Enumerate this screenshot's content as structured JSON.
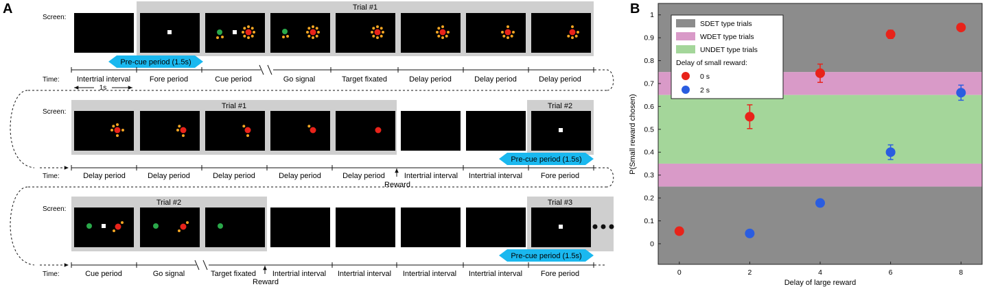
{
  "panel_a": {
    "label": "A",
    "screen_label": "Screen:",
    "time_label": "Time:",
    "interval_1s": "1s",
    "reward_label": "Reward",
    "precue": "Pre-cue period (1.5s)",
    "rows": [
      {
        "group_labels": [
          "Trial #1"
        ],
        "times": [
          "Intertrial interval",
          "Fore period",
          "Cue period",
          "Go signal",
          "Target fixated",
          "Delay period",
          "Delay period",
          "Delay period"
        ]
      },
      {
        "group_labels": [
          "Trial #1",
          "Trial #2"
        ],
        "times": [
          "Delay period",
          "Delay period",
          "Delay period",
          "Delay period",
          "Delay period",
          "Intertrial interval",
          "Intertrial interval",
          "Fore period"
        ]
      },
      {
        "group_labels": [
          "Trial #2",
          "Trial #3"
        ],
        "times": [
          "Cue period",
          "Go signal",
          "Target fixated",
          "Intertrial interval",
          "Intertrial interval",
          "Intertrial interval",
          "Intertrial interval",
          "Fore period"
        ]
      }
    ]
  },
  "colors": {
    "screen": "#000000",
    "fixation": "#ffffff",
    "target": "#e8231a",
    "dots": "#f5a623",
    "green": "#2aa84a",
    "precue": "#1ab8ef",
    "trial_box": "#cfcfcf",
    "sdet": "#8c8c8c",
    "wdet": "#d99ac8",
    "undet": "#a4d69a",
    "red_series": "#e8231a",
    "blue_series": "#2a5de0"
  },
  "chart_data": {
    "type": "scatter",
    "panel_label": "B",
    "xlabel": "Delay of large reward",
    "ylabel": "P(Small reward chosen)",
    "xlim": [
      -0.6,
      8.6
    ],
    "ylim": [
      -0.09,
      1.05
    ],
    "xticks": [
      "0",
      "2",
      "4",
      "6",
      "8"
    ],
    "yticks": [
      "0",
      "0.1",
      "0.2",
      "0.3",
      "0.4",
      "0.5",
      "0.6",
      "0.7",
      "0.8",
      "0.9",
      "1"
    ],
    "bands": [
      {
        "name": "SDET type trials",
        "ranges": [
          [
            -0.09,
            0.25
          ],
          [
            0.75,
            1.05
          ]
        ],
        "color": "#8c8c8c"
      },
      {
        "name": "WDET type trials",
        "ranges": [
          [
            0.25,
            0.35
          ],
          [
            0.65,
            0.75
          ]
        ],
        "color": "#d99ac8"
      },
      {
        "name": "UNDET type trials",
        "ranges": [
          [
            0.35,
            0.65
          ]
        ],
        "color": "#a4d69a"
      }
    ],
    "legend_title": "Delay of small reward:",
    "legend_position": "top-left",
    "series": [
      {
        "name": "0 s",
        "color": "#e8231a",
        "x": [
          0,
          2,
          4,
          6,
          8
        ],
        "y": [
          0.055,
          0.555,
          0.745,
          0.915,
          0.945
        ],
        "err": [
          0.0,
          0.052,
          0.04,
          0.018,
          0.0
        ]
      },
      {
        "name": "2 s",
        "color": "#2a5de0",
        "x": [
          2,
          4,
          6,
          8
        ],
        "y": [
          0.045,
          0.178,
          0.4,
          0.66
        ],
        "err": [
          0.0,
          0.015,
          0.032,
          0.033
        ]
      }
    ]
  }
}
